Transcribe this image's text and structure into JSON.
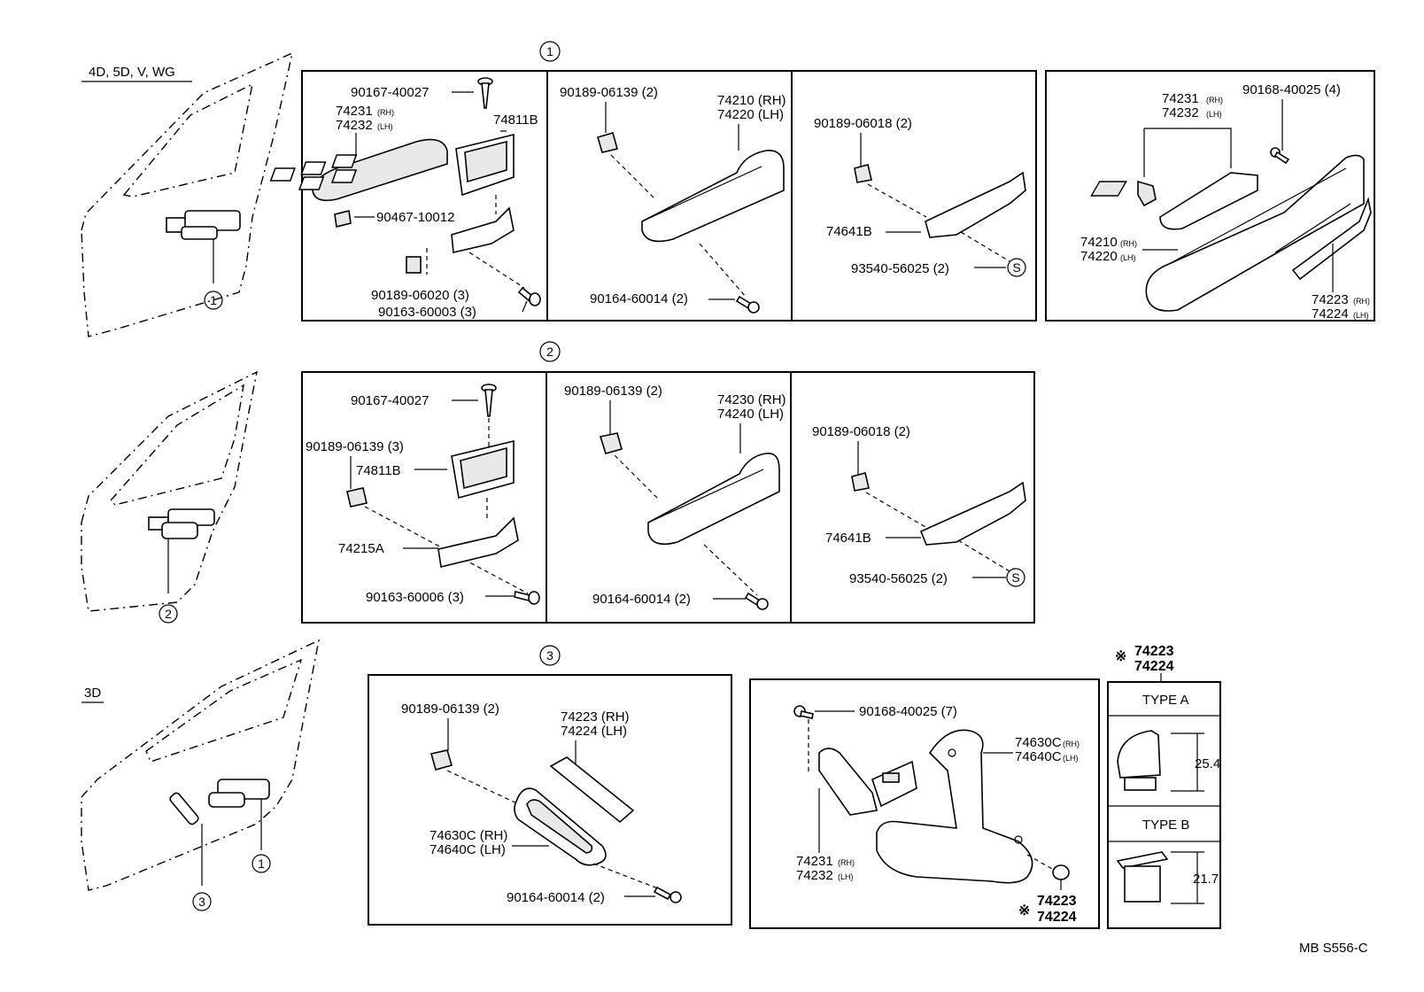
{
  "header": {
    "variant_top": "4D, 5D, V, WG",
    "variant_bottom": "3D"
  },
  "callouts": {
    "c1": "1",
    "c2": "2",
    "c3": "3"
  },
  "group1": {
    "panel_a": {
      "screw": "90167-40027",
      "switch_base_rh": "74231",
      "switch_base_rh_side": "(RH)",
      "switch_base_lh": "74232",
      "switch_base_lh_side": "(LH)",
      "bezel": "74811B",
      "clip": "90467-10012",
      "nut": "90189-06020 (3)",
      "tap_screw": "90163-60003 (3)"
    },
    "panel_b": {
      "nut": "90189-06139 (2)",
      "armrest_rh": "74210 (RH)",
      "armrest_lh": "74220 (LH)",
      "screw": "90164-60014 (2)"
    },
    "panel_c": {
      "nut": "90189-06018 (2)",
      "bracket": "74641B",
      "screw": "93540-56025 (2)",
      "s_mark": "S"
    },
    "panel_d": {
      "base_rh": "74231",
      "base_rh_side": "(RH)",
      "base_lh": "74232",
      "base_lh_side": "(LH)",
      "screw": "90168-40025 (4)",
      "armrest_rh": "74210",
      "armrest_rh_side": "(RH)",
      "armrest_lh": "74220",
      "armrest_lh_side": "(LH)",
      "pad_rh": "74223",
      "pad_rh_side": "(RH)",
      "pad_lh": "74224",
      "pad_lh_side": "(LH)"
    }
  },
  "group2": {
    "panel_a": {
      "screw": "90167-40027",
      "nut": "90189-06139 (3)",
      "bezel": "74811B",
      "bracket": "74215A",
      "tap_screw": "90163-60006 (3)"
    },
    "panel_b": {
      "nut": "90189-06139 (2)",
      "armrest_rh": "74230 (RH)",
      "armrest_lh": "74240 (LH)",
      "screw": "90164-60014 (2)"
    },
    "panel_c": {
      "nut": "90189-06018 (2)",
      "bracket": "74641B",
      "screw": "93540-56025 (2)",
      "s_mark": "S"
    }
  },
  "group3": {
    "panel_a": {
      "nut": "90189-06139 (2)",
      "pad_rh": "74223 (RH)",
      "pad_lh": "74224 (LH)",
      "grip_rh": "74630C (RH)",
      "grip_lh": "74640C (LH)",
      "screw": "90164-60014 (2)"
    },
    "panel_b": {
      "screw": "90168-40025 (7)",
      "grip_rh": "74630C",
      "grip_rh_side": "(RH)",
      "grip_lh": "74640C",
      "grip_lh_side": "(LH)",
      "base_rh": "74231",
      "base_rh_side": "(RH)",
      "base_lh": "74232",
      "base_lh_side": "(LH)",
      "asterisk": "※",
      "pad_a": "74223",
      "pad_b": "74224"
    },
    "types": {
      "asterisk": "※",
      "pad_a": "74223",
      "pad_b": "74224",
      "type_a": "TYPE A",
      "type_a_dim": "25.4",
      "type_b": "TYPE B",
      "type_b_dim": "21.7"
    }
  },
  "footer": {
    "code": "MB S556-C"
  }
}
